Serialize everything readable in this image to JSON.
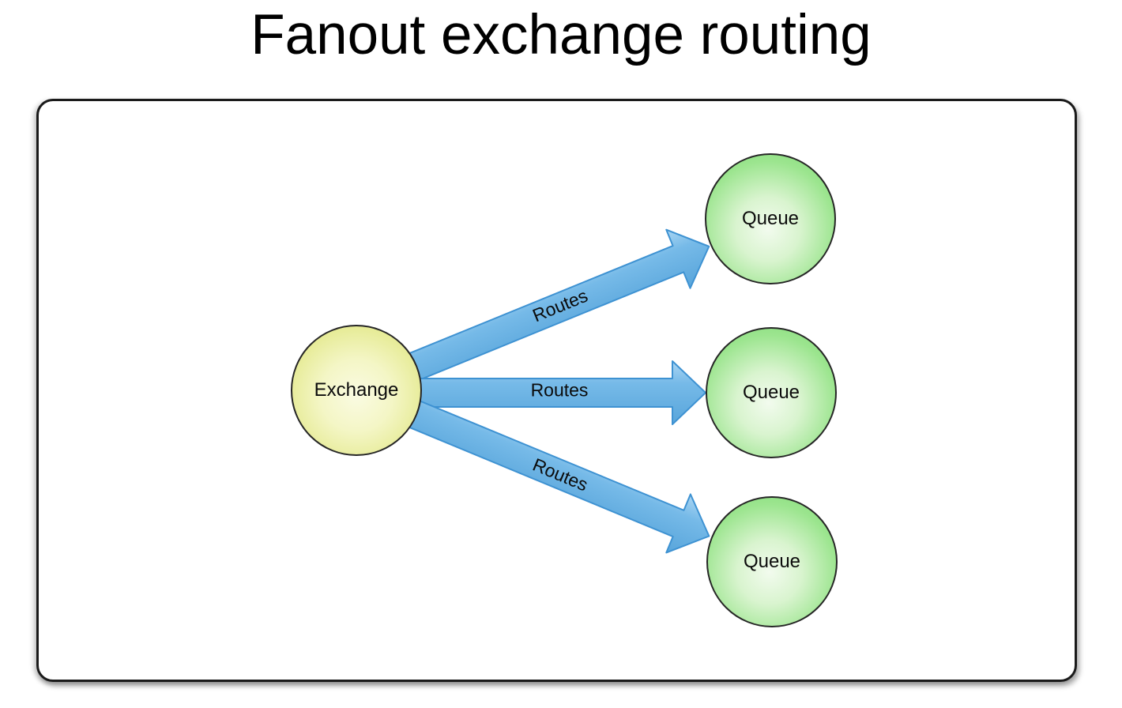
{
  "title": "Fanout exchange routing",
  "diagram": {
    "type": "flow-diagram",
    "exchange": {
      "label": "Exchange",
      "shape": "circle"
    },
    "queues": [
      {
        "label": "Queue",
        "shape": "circle",
        "position": "top-right"
      },
      {
        "label": "Queue",
        "shape": "circle",
        "position": "middle-right"
      },
      {
        "label": "Queue",
        "shape": "circle",
        "position": "bottom-right"
      }
    ],
    "edges": [
      {
        "label": "Routes",
        "from": "exchange",
        "to": "queue-top"
      },
      {
        "label": "Routes",
        "from": "exchange",
        "to": "queue-middle"
      },
      {
        "label": "Routes",
        "from": "exchange",
        "to": "queue-bottom"
      }
    ],
    "colors": {
      "background": "#ffffff",
      "title_text": "#000000",
      "frame_border": "#1a1a1a",
      "exchange_fill": "#dbe27a",
      "exchange_highlight": "#fafbe2",
      "queue_fill": "#7cd872",
      "queue_highlight": "#f2fbee",
      "arrow_fill": "#6db3e4",
      "arrow_fill_light": "#a9d5f2",
      "arrow_stroke": "#3e92d2",
      "node_border": "#262626",
      "label_text": "#0b0b0b"
    }
  }
}
